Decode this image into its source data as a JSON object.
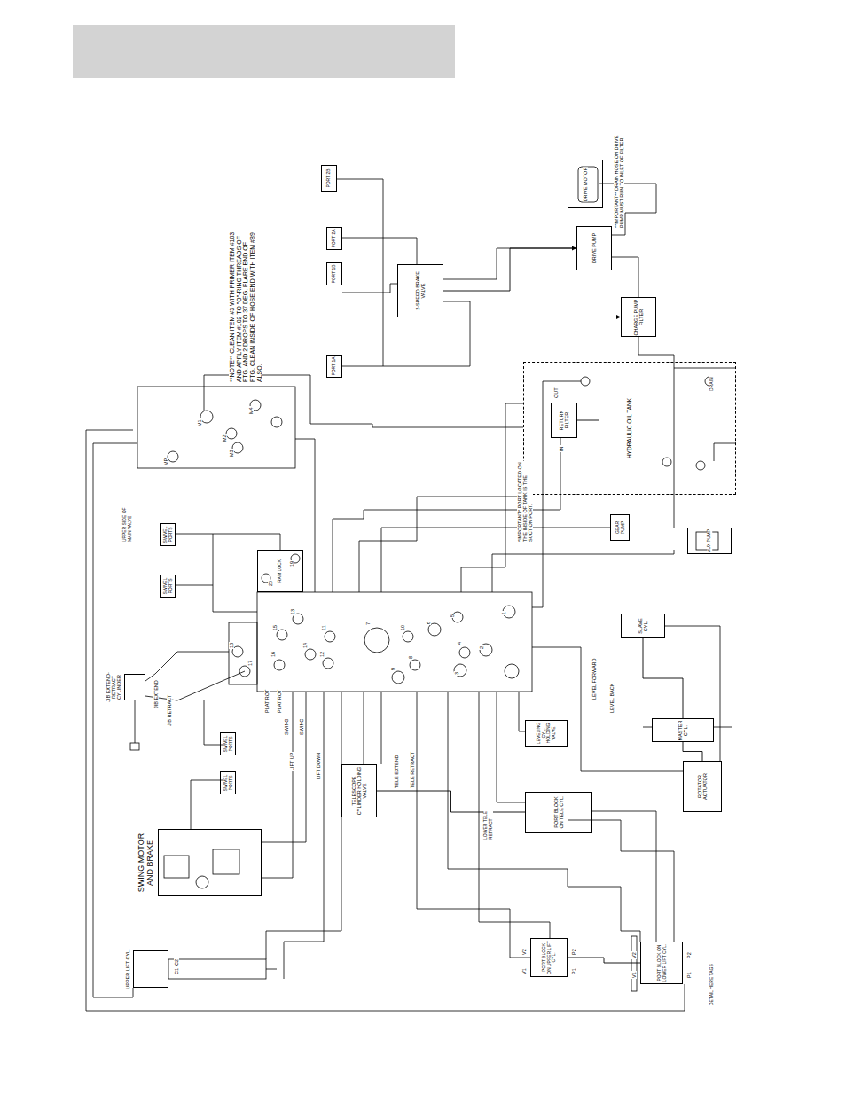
{
  "diagram": {
    "nodes": [
      {
        "text": [
          "PORT 2B"
        ]
      },
      {
        "text": [
          "PORT 2A"
        ]
      },
      {
        "text": [
          "PORT 1B"
        ]
      },
      {
        "text": [
          "PORT 1A"
        ]
      },
      {
        "text": [
          "2-SPEED BRAKE VALVE"
        ]
      },
      {
        "text": [
          "DRIVE PUMP"
        ]
      },
      {
        "text": [
          "DRIVE MOTOR"
        ]
      },
      {
        "text": [
          "CHARGE PUMP FILTER"
        ]
      },
      {
        "text": [
          "HYDRAULIC OIL TANK"
        ]
      },
      {
        "text": [
          "RETURN FILTER"
        ],
        "in": 8
      },
      {
        "text": [
          "GEAR PUMP"
        ]
      },
      {
        "text": [
          "AUX PUMP"
        ]
      },
      {
        "text": [
          "RAM LOCK"
        ]
      },
      {
        "text": [
          "SWIVEL PORTS"
        ]
      },
      {
        "text": [
          "SWIVEL PORTS"
        ]
      },
      {
        "text": [
          "JIB EXTEND-RETRACT CYLINDER"
        ]
      },
      {
        "text": [
          "SWIVEL PORTS"
        ]
      },
      {
        "text": [
          "SWIVEL PORTS"
        ]
      },
      {
        "text": [
          "SWING MOTOR AND BRAKE"
        ]
      },
      {
        "text": [
          "TELESCOPE CYLINDER HOLDING VALVE"
        ]
      },
      {
        "text": [
          "LEVELING CYL. HOLDING VALVE"
        ]
      },
      {
        "text": [
          "PORT BLOCK ON TELE CYL."
        ]
      },
      {
        "text": [
          "PORT BLOCK ON UPPER LIFT CYL."
        ]
      },
      {
        "text": [
          "PORT BLOCK ON LOWER LIFT CYL."
        ]
      },
      {
        "text": [
          "SLAVE CYL."
        ]
      },
      {
        "text": [
          "MASTER CYL."
        ]
      },
      {
        "text": [
          "ROTATOR ACTUATOR"
        ]
      },
      {
        "text": [
          "UPPER LIFT CYL."
        ]
      }
    ],
    "edges": [
      {
        "from": 4,
        "to": 5,
        "arrow": "to"
      },
      {
        "from": 9,
        "to": 7,
        "arrow": "to"
      },
      {
        "from": 24,
        "to": 25,
        "arrow": "none"
      },
      {
        "from": 25,
        "to": 26,
        "arrow": "none"
      },
      {
        "from": 19,
        "to": 21,
        "arrow": "none"
      },
      {
        "from": 22,
        "to": 23,
        "arrow": "none"
      }
    ],
    "labels": [
      "**NOTE** CLEAN ITEM #3 WITH PRIMER ITEM #103 AND APPLY ITEM #102 TO \"O\"-RING THREADS OF FTG. AND 2 DROPS TO 37 DEG. FLARE END OF FTG. CLEAN INSIDE OF HOSE END WITH ITEM #89 ALSO.",
      "*IMPORTANT* PORT LOCATED ON THE INSIDE OF TANK IS THE SUCTION PORT.",
      "**IMPORTANT** DRAIN HOSE ON DRIVE PUMP MUST RUN TO INLET OF FILTER",
      "UPPER SIDE OF MAIN VALVE",
      "LIFT UP",
      "LIFT DOWN",
      "SWING",
      "SWING",
      "PLAT ROT",
      "PLAT ROT",
      "JIB EXTEND",
      "JIB RETRACT",
      "TELE EXTEND",
      "TELE RETRACT",
      "LEVEL FORWARD",
      "LEVEL BACK",
      "M1",
      "M2",
      "M3",
      "M4",
      "MP",
      "1",
      "2",
      "3",
      "4",
      "5",
      "6",
      "7",
      "8",
      "9",
      "10",
      "11",
      "12",
      "13",
      "14",
      "15",
      "16",
      "17",
      "18",
      "19",
      "20",
      "IN",
      "OUT",
      "V1",
      "V2",
      "P1",
      "P2",
      "V1",
      "V2",
      "P1",
      "P2",
      "C1",
      "C2",
      "DETAIL HERE TAGS",
      "LOWER TELE RETRACT",
      "DRAIN"
    ]
  }
}
